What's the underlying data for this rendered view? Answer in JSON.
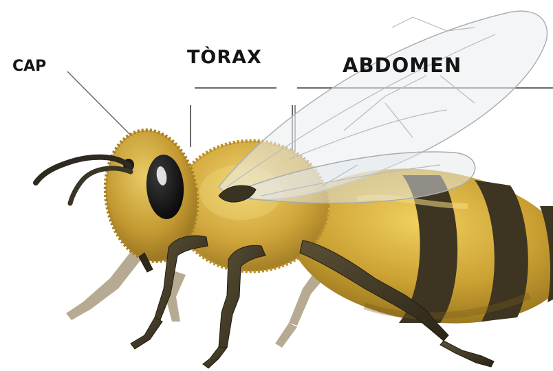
{
  "labels": {
    "head": "CAP",
    "thorax": "TÒRAX",
    "abdomen": "ABDOMEN"
  },
  "colors": {
    "body_gold": "#c9a230",
    "fur_light": "#e2c15a",
    "stripe_dark": "#3d3522",
    "leg_dark": "#3e3724",
    "wing_tint": "#e9ecee",
    "label_text": "#151515"
  }
}
